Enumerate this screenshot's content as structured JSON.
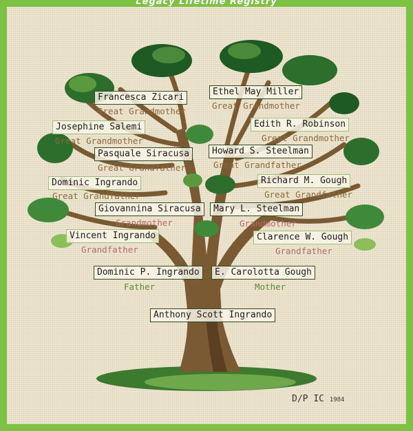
{
  "banner": "Legacy Lifetime Registry",
  "signature": {
    "initials": "D∕P",
    "mark": "IC",
    "year": "1984"
  },
  "people": {
    "francesca": {
      "name": "Francesca Zicari",
      "relation": "Great Grandmother"
    },
    "ethel": {
      "name": "Ethel May Miller",
      "relation": "Great Grandmother"
    },
    "josephine": {
      "name": "Josephine Salemi",
      "relation": "Great Grandmother"
    },
    "edith": {
      "name": "Edith R. Robinson",
      "relation": "Great Grandmother"
    },
    "pasquale": {
      "name": "Pasquale Siracusa",
      "relation": "Great Grandfather"
    },
    "howard": {
      "name": "Howard S. Steelman",
      "relation": "Great Grandfather"
    },
    "dominic": {
      "name": "Dominic Ingrando",
      "relation": "Great Grandfather"
    },
    "richard": {
      "name": "Richard M. Gough",
      "relation": "Great Grandfather"
    },
    "giovannina": {
      "name": "Giovannina Siracusa",
      "relation": "Grandmother"
    },
    "mary": {
      "name": "Mary L. Steelman",
      "relation": "Grandmother"
    },
    "vincent": {
      "name": "Vincent Ingrando",
      "relation": "Grandfather"
    },
    "clarence": {
      "name": "Clarence W. Gough",
      "relation": "Grandfather"
    },
    "dominicp": {
      "name": "Dominic P. Ingrando",
      "relation": "Father"
    },
    "carolotta": {
      "name": "E. Carolotta Gough",
      "relation": "Mother"
    },
    "anthony": {
      "name": "Anthony Scott Ingrando"
    }
  },
  "colors": {
    "frame": "#7cc243",
    "fabric": "#efe7d2",
    "trunk": "#7a5a32",
    "leaf_dark": "#1e5a24",
    "leaf_mid": "#3f8a3a",
    "leaf_light": "#8cbf5a"
  }
}
